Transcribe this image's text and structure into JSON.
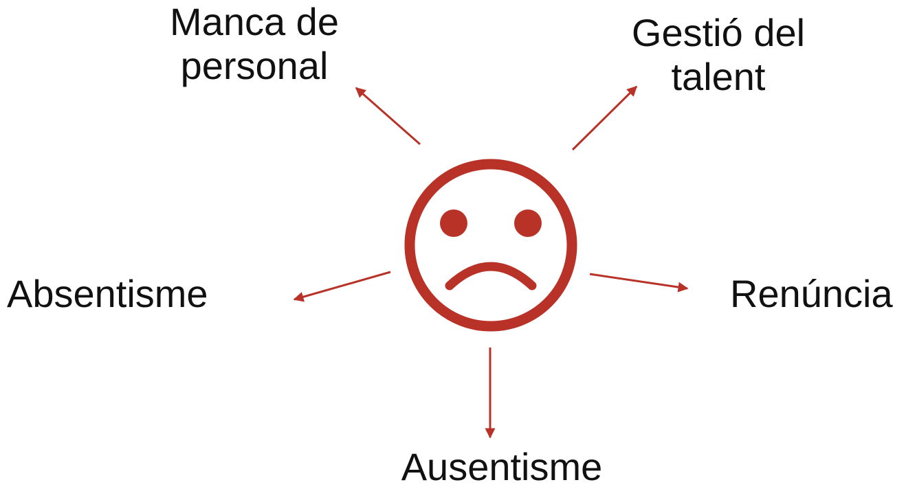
{
  "diagram": {
    "accent_color": "#b83227",
    "center_icon": "sad-face-icon",
    "labels": {
      "top_left": [
        "Manca de",
        "personal"
      ],
      "top_right": [
        "Gestió del",
        "talent"
      ],
      "left": "Absentisme",
      "right": "Renúncia",
      "bottom": "Ausentisme"
    }
  }
}
